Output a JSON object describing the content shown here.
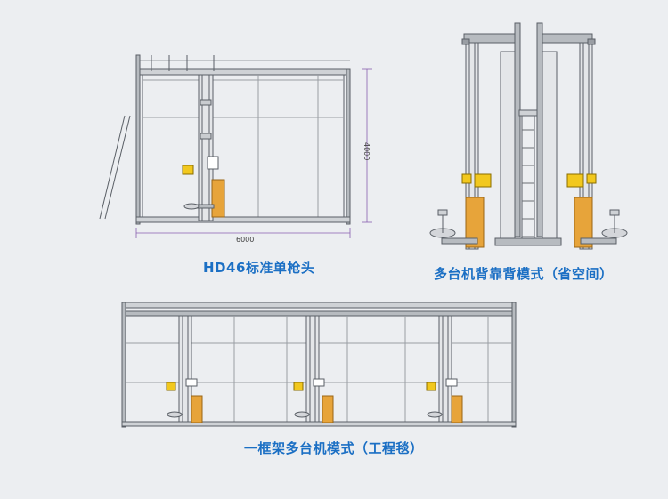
{
  "panels": {
    "single": {
      "caption": "HD46标准单枪头",
      "width_dim": "6000",
      "height_dim": "4000"
    },
    "back_to_back": {
      "caption": "多台机背靠背模式（省空间）"
    },
    "multi_frame": {
      "caption": "一框架多台机模式（工程毯）",
      "unit_count": 3
    }
  },
  "colors": {
    "background": "#eceef1",
    "caption": "#1b6fc4",
    "frame_line": "#5a5f66",
    "column": "#8c9096",
    "motor_yellow": "#f2c81e",
    "box_orange": "#e7a43a",
    "dim_purple": "#8a5fb0"
  }
}
